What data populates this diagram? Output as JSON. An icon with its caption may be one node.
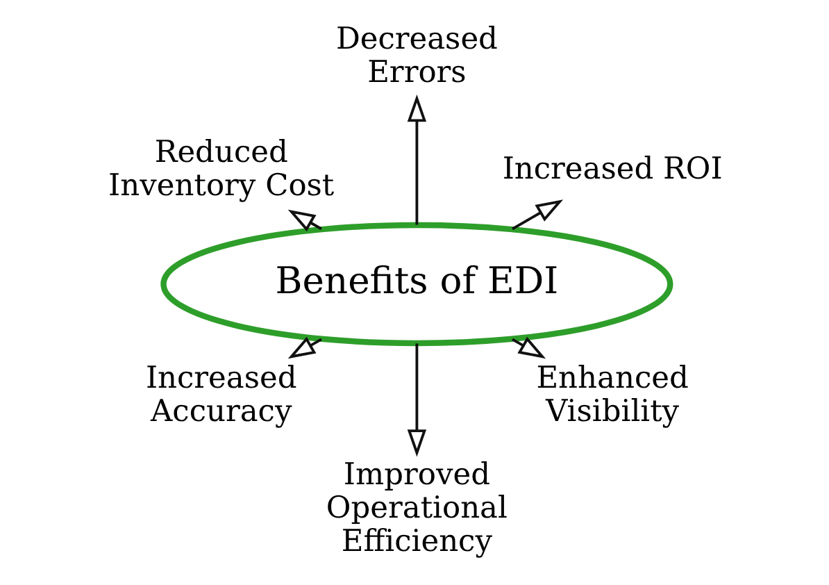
{
  "diagram": {
    "nodes": [
      {
        "text": [
          "Decreased Errors"
        ]
      },
      {
        "text": [
          "Reduced Inventory Cost"
        ]
      },
      {
        "text": [
          "Increased ROI"
        ]
      },
      {
        "text": [
          "Benefits of EDI"
        ]
      },
      {
        "text": [
          "Enhanced Visibility"
        ]
      },
      {
        "text": [
          "Increased Accuracy"
        ]
      },
      {
        "text": [
          "Improved Operational Efficiency"
        ]
      }
    ],
    "edges": [
      {
        "from": 3,
        "to": 0,
        "arrow": "to"
      },
      {
        "from": 3,
        "to": 2,
        "arrow": "to"
      },
      {
        "from": 3,
        "to": 4,
        "arrow": "to"
      },
      {
        "from": 3,
        "to": 6,
        "arrow": "to"
      },
      {
        "from": 3,
        "to": 5,
        "arrow": "to"
      },
      {
        "from": 3,
        "to": 1,
        "arrow": "to"
      }
    ]
  }
}
